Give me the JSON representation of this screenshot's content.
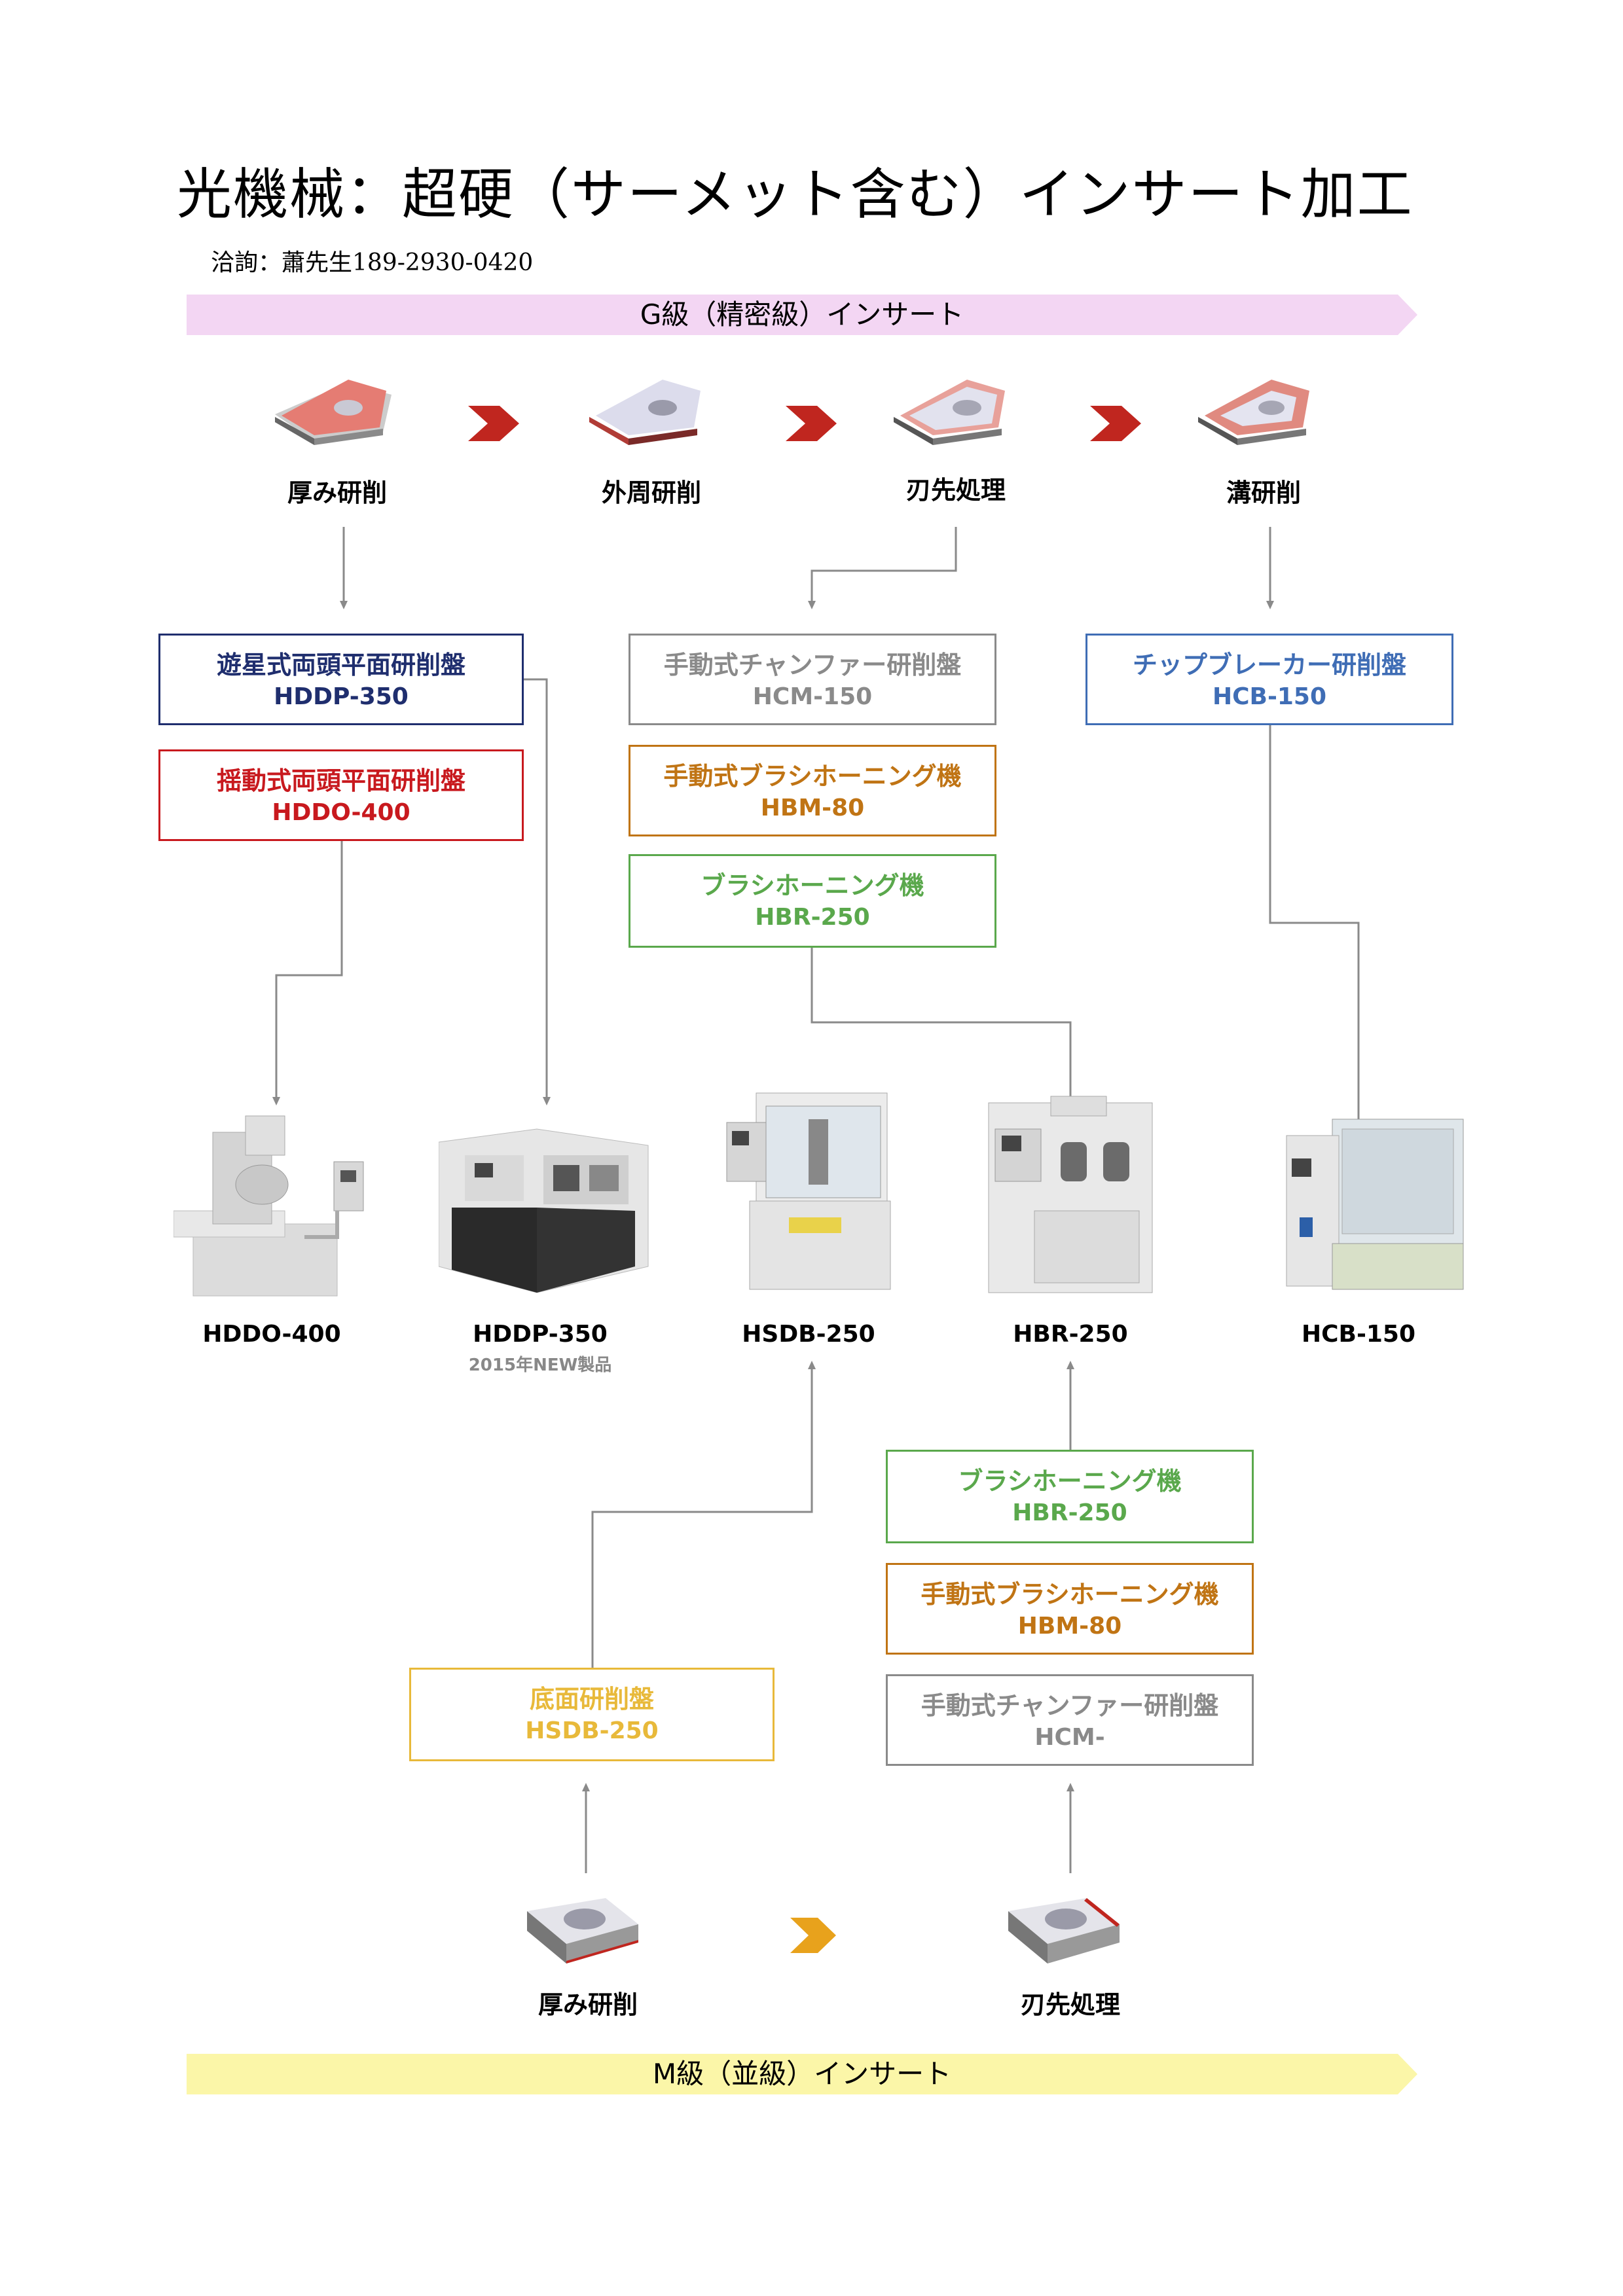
{
  "title": "光機械：超硬（サーメット含む）インサート加工",
  "contact": "洽詢：蕭先生189-2930-0420",
  "colors": {
    "navy": "#1f2e6e",
    "red": "#c8191e",
    "gray": "#8a8a8a",
    "orange": "#c07414",
    "green": "#5aa84c",
    "blue": "#3f6db5",
    "yellow": "#e8b93a",
    "banner_g": "#f3d6f3",
    "banner_m": "#fbf6a8"
  },
  "g_grade": {
    "banner": "G級（精密級）インサート",
    "steps": [
      "厚み研削",
      "外周研削",
      "刃先処理",
      "溝研削"
    ],
    "boxes": {
      "hddp": {
        "name": "遊星式両頭平面研削盤",
        "model": "HDDP-350"
      },
      "hddo": {
        "name": "揺動式両頭平面研削盤",
        "model": "HDDO-400"
      },
      "hcm": {
        "name": "手動式チャンファー研削盤",
        "model": "HCM-150"
      },
      "hbm": {
        "name": "手動式ブラシホーニング機",
        "model": "HBM-80"
      },
      "hbr": {
        "name": "ブラシホーニング機",
        "model": "HBR-250"
      },
      "hcb": {
        "name": "チップブレーカー研削盤",
        "model": "HCB-150"
      }
    }
  },
  "machines": [
    {
      "label": "HDDO-400",
      "note": ""
    },
    {
      "label": "HDDP-350",
      "note": "2015年NEW製品"
    },
    {
      "label": "HSDB-250",
      "note": ""
    },
    {
      "label": "HBR-250",
      "note": ""
    },
    {
      "label": "HCB-150",
      "note": ""
    }
  ],
  "m_grade": {
    "banner": "M級（並級）インサート",
    "steps": [
      "厚み研削",
      "刃先処理"
    ],
    "boxes": {
      "hsdb": {
        "name": "底面研削盤",
        "model": "HSDB-250"
      },
      "hbr": {
        "name": "ブラシホーニング機",
        "model": "HBR-250"
      },
      "hbm": {
        "name": "手動式ブラシホーニング機",
        "model": "HBM-80"
      },
      "hcm": {
        "name": "手動式チャンファー研削盤",
        "model": "HCM-"
      }
    }
  }
}
